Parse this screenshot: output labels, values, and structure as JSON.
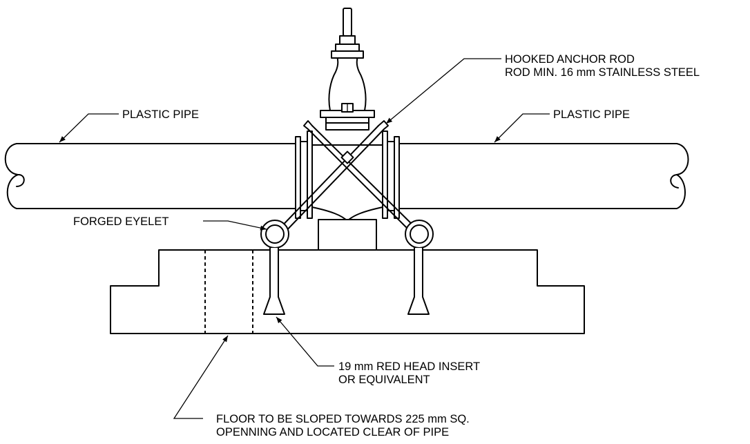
{
  "labels": {
    "plastic_pipe_left": "PLASTIC PIPE",
    "plastic_pipe_right": "PLASTIC PIPE",
    "hooked_anchor_rod_line1": "HOOKED ANCHOR ROD",
    "hooked_anchor_rod_line2": "ROD MIN. 16 mm STAINLESS STEEL",
    "forged_eyelet": "FORGED EYELET",
    "insert_line1": "19 mm RED HEAD INSERT",
    "insert_line2": "OR EQUIVALENT",
    "floor_line1": "FLOOR TO BE SLOPED TOWARDS 225 mm SQ.",
    "floor_line2": "OPENNING AND LOCATED CLEAR OF PIPE"
  }
}
